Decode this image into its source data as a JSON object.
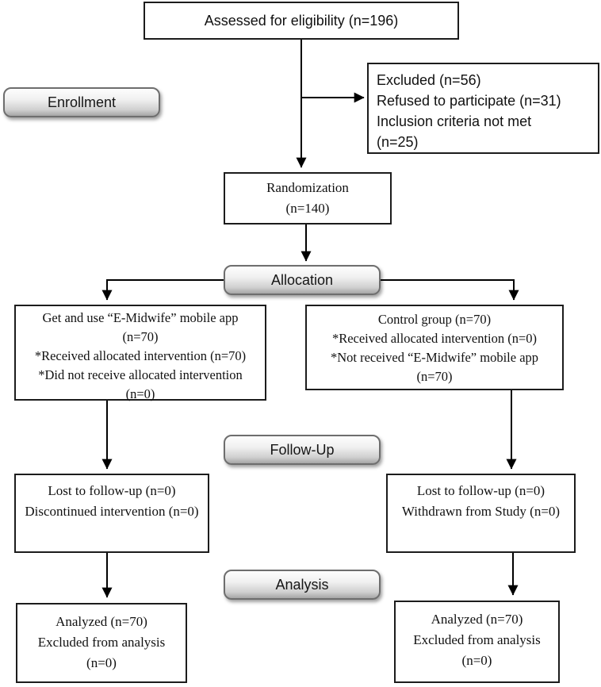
{
  "figure": {
    "type": "consort-flow-diagram",
    "stages": {
      "enrollment": "Enrollment",
      "allocation": "Allocation",
      "followup": "Follow-Up",
      "analysis": "Analysis"
    },
    "boxes": {
      "assessed": {
        "lines": [
          "Assessed for eligibility (n=196)"
        ]
      },
      "excluded": {
        "lines": [
          "Excluded (n=56)",
          "Refused to participate (n=31)",
          "Inclusion criteria not met",
          "(n=25)"
        ]
      },
      "randomization": {
        "lines": [
          "Randomization",
          "(n=140)"
        ]
      },
      "intervention_group": {
        "lines": [
          "Get and use “E-Midwife” mobile app",
          "(n=70)",
          "*Received allocated intervention (n=70)",
          "*Did not receive allocated intervention",
          "(n=0)"
        ]
      },
      "control_group": {
        "lines": [
          "Control group (n=70)",
          "*Received allocated intervention (n=0)",
          "*Not received “E-Midwife” mobile app",
          "(n=70)"
        ]
      },
      "followup_intervention": {
        "lines": [
          "Lost to follow-up (n=0)",
          "Discontinued intervention (n=0)"
        ]
      },
      "followup_control": {
        "lines": [
          "Lost to follow-up (n=0)",
          "Withdrawn from Study (n=0)"
        ]
      },
      "analysis_intervention": {
        "lines": [
          "Analyzed (n=70)",
          "Excluded from analysis",
          "(n=0)"
        ]
      },
      "analysis_control": {
        "lines": [
          "Analyzed (n=70)",
          "Excluded from analysis",
          "(n=0)"
        ]
      }
    },
    "colors": {
      "background": "#ffffff",
      "box_border": "#1c1c1c",
      "arrow": "#000000",
      "stage_border": "#6e6e6e",
      "stage_gradient_top": "#fdfdfd",
      "stage_gradient_bottom": "#a6a6a6",
      "text": "#111111"
    }
  }
}
